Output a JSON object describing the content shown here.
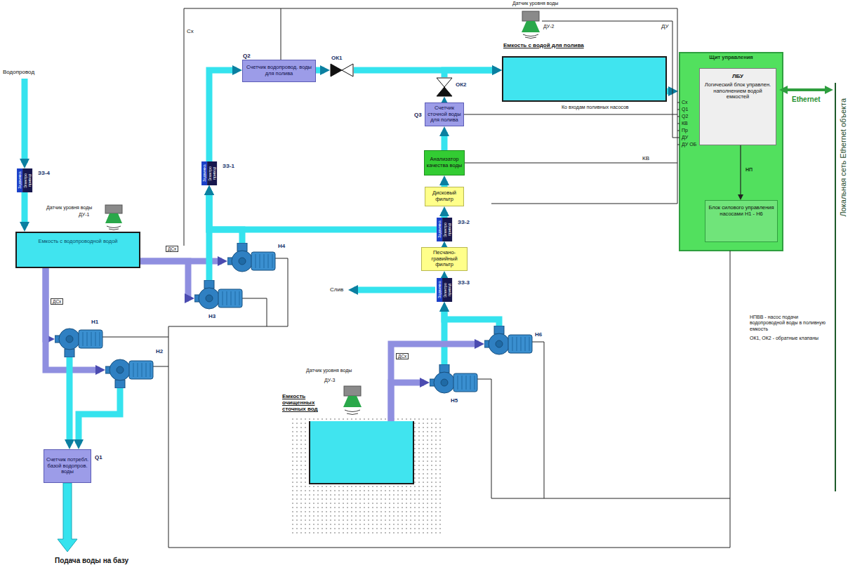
{
  "diagram": {
    "nodes": [
      {
        "text": [
          "ЗЗ-4",
          "Задвижка",
          "Электро привод"
        ]
      },
      {
        "text": [
          "Емкость с водопроводной водой"
        ]
      },
      {
        "text": [
          "Q2",
          "Счетчик водопровод. воды для полива"
        ]
      },
      {
        "text": [
          "Емкость с водой для полива"
        ]
      },
      {
        "text": [
          "Q3",
          "Счетчик сточной воды для полива"
        ]
      },
      {
        "text": [
          "Анализатор качества воды"
        ]
      },
      {
        "text": [
          "ЗЗ-1",
          "Задвижка",
          "Электро привод"
        ]
      },
      {
        "text": [
          "Дисковый фильтр"
        ]
      },
      {
        "text": [
          "ЗЗ-2",
          "Задвижка",
          "Электро привод"
        ]
      },
      {
        "text": [
          "Песчано-гравийный фильтр"
        ]
      },
      {
        "text": [
          "ЗЗ-3",
          "Задвижка",
          "Электро привод"
        ]
      },
      {
        "text": [
          "Н4"
        ]
      },
      {
        "text": [
          "Н3"
        ]
      },
      {
        "text": [
          "Н1"
        ]
      },
      {
        "text": [
          "Н2"
        ]
      },
      {
        "text": [
          "Н6"
        ]
      },
      {
        "text": [
          "Н5"
        ]
      },
      {
        "text": [
          "Емкость очищенных сточных вод"
        ]
      },
      {
        "text": [
          "Q1",
          "Счетчик потребл. базой водопров. воды"
        ]
      },
      {
        "text": [
          "Щит управления"
        ]
      },
      {
        "text": [
          "ЛБУ",
          "Логический блок управлен. наполнением водой емкостей"
        ],
        "in": 19
      },
      {
        "text": [
          "Блок силового управления насосами Н1 - Н6"
        ],
        "in": 19
      },
      {
        "text": [
          "ОК1"
        ]
      },
      {
        "text": [
          "ОК2"
        ]
      }
    ],
    "edges": [
      {
        "from": 0,
        "to": 1,
        "arrow": "to"
      },
      {
        "from": 1,
        "to": 11,
        "arrow": "to"
      },
      {
        "from": 1,
        "to": 12,
        "arrow": "to"
      },
      {
        "from": 1,
        "to": 13,
        "arrow": "to"
      },
      {
        "from": 1,
        "to": 14,
        "arrow": "to"
      },
      {
        "from": 13,
        "to": 18,
        "arrow": "to"
      },
      {
        "from": 14,
        "to": 18,
        "arrow": "to"
      },
      {
        "from": 12,
        "to": 6,
        "arrow": "to"
      },
      {
        "from": 11,
        "to": 6,
        "arrow": "to"
      },
      {
        "from": 8,
        "to": 6,
        "arrow": "to"
      },
      {
        "from": 6,
        "to": 2,
        "arrow": "to"
      },
      {
        "from": 2,
        "to": 22,
        "arrow": "to"
      },
      {
        "from": 22,
        "to": 3,
        "arrow": "to"
      },
      {
        "from": 23,
        "to": 3,
        "arrow": "to"
      },
      {
        "from": 4,
        "to": 23,
        "arrow": "to"
      },
      {
        "from": 5,
        "to": 4,
        "arrow": "to"
      },
      {
        "from": 7,
        "to": 5,
        "arrow": "to"
      },
      {
        "from": 8,
        "to": 7,
        "arrow": "to"
      },
      {
        "from": 9,
        "to": 8,
        "arrow": "to"
      },
      {
        "from": 10,
        "to": 9,
        "arrow": "to"
      },
      {
        "from": 16,
        "to": 10,
        "arrow": "to"
      },
      {
        "from": 15,
        "to": 10,
        "arrow": "to"
      },
      {
        "from": 17,
        "to": 16,
        "arrow": "to"
      },
      {
        "from": 17,
        "to": 15,
        "arrow": "to"
      },
      {
        "from": 20,
        "to": 21,
        "label": "НП",
        "arrow": "to"
      }
    ],
    "labels": [
      "Водопровод",
      "Датчик уровня воды",
      "ДУ-1",
      "ДСх",
      "ДСх",
      "Сх",
      "Датчик уровня воды",
      "ДУ-2",
      "ДУ",
      "Ко входам поливных насосов",
      "КВ",
      "Слив",
      "ДСх",
      "Датчик уровня воды",
      "ДУ-3",
      "Подача воды на базу",
      "Сх",
      "Q1",
      "Q2",
      "КВ",
      "Пр",
      "ДУ",
      "ДУ ОБ",
      "Ethernet",
      "Локальная сеть Ethernet объекта",
      "НПВВ - насос подачи водопроводной воды в поливную емкость",
      "ОК1, ОК2 - обратные клапаны"
    ]
  }
}
